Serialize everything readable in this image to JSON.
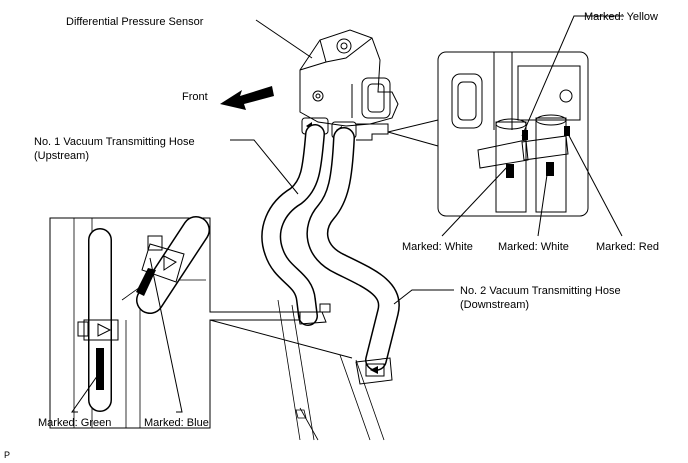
{
  "labels": {
    "sensor": "Differential Pressure Sensor",
    "front": "Front",
    "hose1_line1": "No. 1 Vacuum Transmitting Hose",
    "hose1_line2": "(Upstream)",
    "hose2_line1": "No. 2 Vacuum Transmitting Hose",
    "hose2_line2": "(Downstream)",
    "marked_yellow": "Marked: Yellow",
    "marked_white_1": "Marked: White",
    "marked_white_2": "Marked: White",
    "marked_red": "Marked: Red",
    "marked_green": "Marked: Green",
    "marked_blue": "Marked: Blue",
    "corner": "P"
  }
}
